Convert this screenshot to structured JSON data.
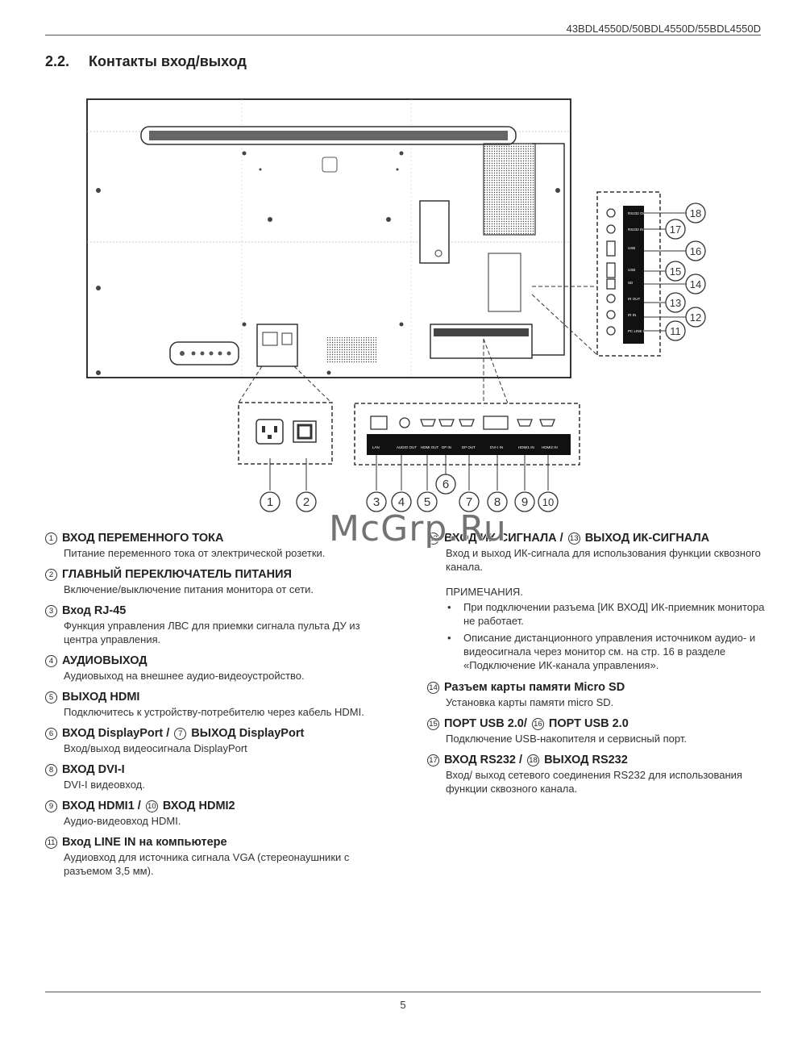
{
  "header": {
    "model": "43BDL4550D/50BDL4550D/55BDL4550D"
  },
  "section": {
    "number": "2.2.",
    "title": "Контакты вход/выход"
  },
  "watermark": "McGrp.Ru",
  "diagram": {
    "callouts": [
      "1",
      "2",
      "3",
      "4",
      "5",
      "6",
      "7",
      "8",
      "9",
      "10",
      "11",
      "12",
      "13",
      "14",
      "15",
      "16",
      "17",
      "18"
    ]
  },
  "items_left": [
    {
      "n": "1",
      "title": "ВХОД ПЕРЕМЕННОГО ТОКА",
      "desc": "Питание переменного тока от электрической розетки."
    },
    {
      "n": "2",
      "title": "ГЛАВНЫЙ ПЕРЕКЛЮЧАТЕЛЬ ПИТАНИЯ",
      "desc": "Включение/выключение питания монитора от сети."
    },
    {
      "n": "3",
      "title": "Вход RJ-45",
      "desc": "Функция управления ЛВС для приемки сигнала пульта ДУ из центра управления."
    },
    {
      "n": "4",
      "title": "АУДИОВЫХОД",
      "desc": "Аудиовыход на внешнее аудио-видеоустройство."
    },
    {
      "n": "5",
      "title": "ВЫХОД HDMI",
      "desc": "Подключитесь к устройству-потребителю через кабель HDMI."
    },
    {
      "n": "6",
      "title": "ВХОД DisplayPort /",
      "n2": "7",
      "title2": "ВЫХОД DisplayPort",
      "desc": "Вход/выход видеосигнала DisplayPort"
    },
    {
      "n": "8",
      "title": "ВХОД DVI-I",
      "desc": "DVI-I видеовход."
    },
    {
      "n": "9",
      "title": "ВХОД HDMI1 /",
      "n2": "10",
      "title2": "ВХОД HDMI2",
      "desc": "Аудио-видеовход HDMI."
    },
    {
      "n": "11",
      "title": "Вход LINE IN на компьютере",
      "desc": "Аудиовход для источника сигнала VGA (стереонаушники с разъемом 3,5 мм)."
    }
  ],
  "items_right": [
    {
      "n": "12",
      "title": "ВХОД ИК-СИГНАЛА /",
      "n2": "13",
      "title2": "ВЫХОД ИК-СИГНАЛА",
      "desc": "Вход и выход ИК-сигнала для использования функции сквозного канала."
    },
    {
      "n": "14",
      "title": "Разъем карты памяти Micro SD",
      "desc": "Установка карты памяти micro SD."
    },
    {
      "n": "15",
      "title": "ПОРТ USB 2.0/",
      "n2": "16",
      "title2": "ПОРТ USB 2.0",
      "desc": "Подключение USB-накопителя и сервисный порт."
    },
    {
      "n": "17",
      "title": "ВХОД RS232 /",
      "n2": "18",
      "title2": "ВЫХОД RS232",
      "desc": "Вход/ выход сетевого соединения RS232 для использования функции сквозного канала."
    }
  ],
  "notes": {
    "heading": "ПРИМЕЧАНИЯ.",
    "items": [
      "При подключении разъема [ИК ВХОД] ИК-приемник монитора не работает.",
      "Описание дистанционного управления источником аудио- и видеосигнала через монитор см. на стр. 16 в разделе «Подключение ИК-канала управления»."
    ]
  },
  "footer": {
    "page": "5"
  }
}
